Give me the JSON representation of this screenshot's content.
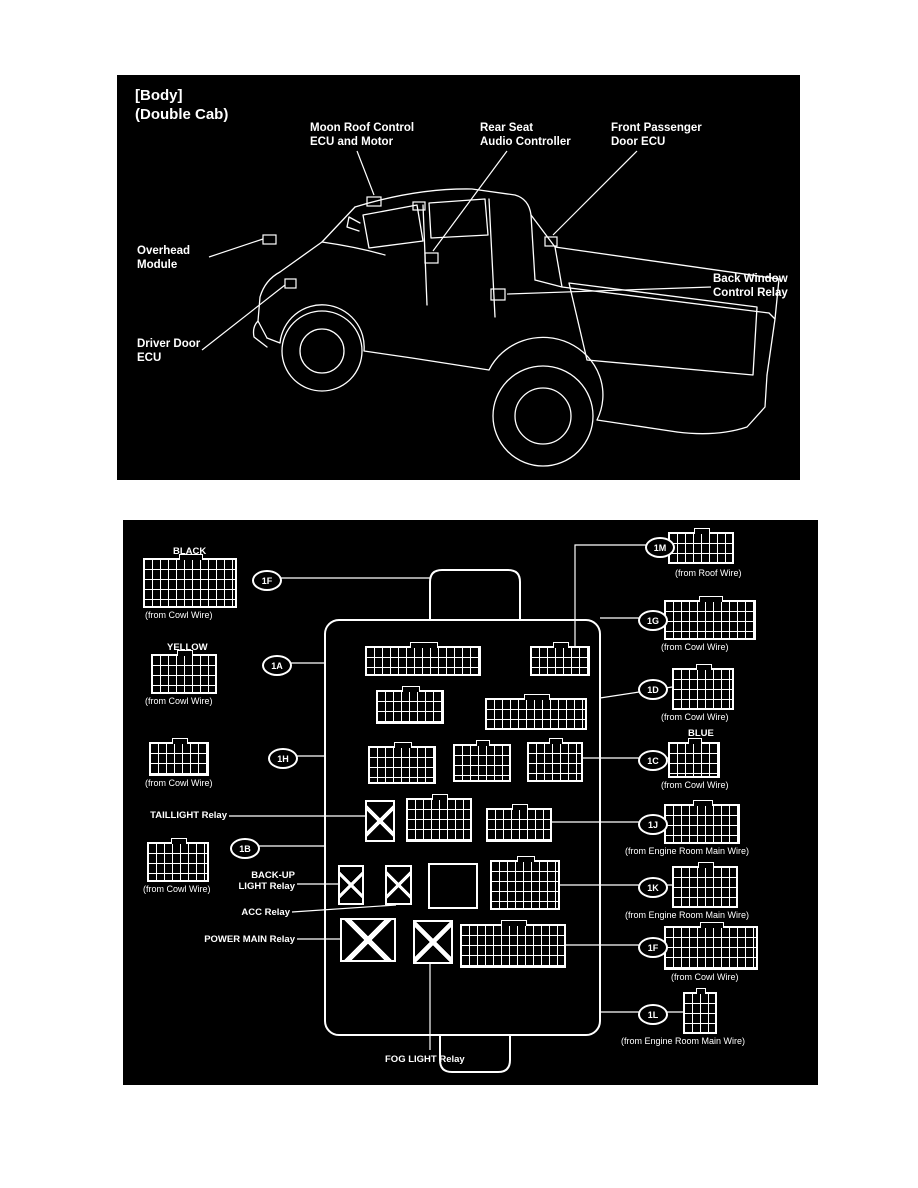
{
  "top_panel": {
    "title": "[Body]\n(Double Cab)",
    "labels": {
      "moon_roof": "Moon Roof Control\nECU and Motor",
      "rear_seat": "Rear Seat\nAudio Controller",
      "front_passenger": "Front Passenger\nDoor ECU",
      "overhead": "Overhead\nModule",
      "back_window": "Back Window\nControl Relay",
      "driver_door": "Driver Door\nECU"
    }
  },
  "bottom_panel": {
    "left_connectors": [
      {
        "id": "1F",
        "color": "BLACK",
        "caption": "(from Cowl Wire)"
      },
      {
        "id": "1A",
        "color": "YELLOW",
        "caption": "(from Cowl Wire)"
      },
      {
        "id": "1H",
        "color": "",
        "caption": "(from Cowl Wire)"
      },
      {
        "id": "1B",
        "color": "",
        "caption": "(from Cowl Wire)"
      }
    ],
    "right_connectors": [
      {
        "id": "1M",
        "color": "",
        "caption": "(from Roof Wire)"
      },
      {
        "id": "1G",
        "color": "",
        "caption": "(from Cowl Wire)"
      },
      {
        "id": "1D",
        "color": "",
        "caption": "(from Cowl Wire)"
      },
      {
        "id": "1C",
        "color": "BLUE",
        "caption": "(from Cowl Wire)"
      },
      {
        "id": "1J",
        "color": "",
        "caption": "(from Engine Room Main Wire)"
      },
      {
        "id": "1K",
        "color": "",
        "caption": "(from Engine Room Main Wire)"
      },
      {
        "id": "1F",
        "color": "",
        "caption": "(from Cowl Wire)"
      },
      {
        "id": "1L",
        "color": "",
        "caption": "(from Engine Room Main Wire)"
      }
    ],
    "relay_labels": {
      "taillight": "TAILLIGHT Relay",
      "backup": "BACK-UP\nLIGHT Relay",
      "acc": "ACC Relay",
      "power_main": "POWER MAIN Relay",
      "fog": "FOG LIGHT Relay"
    }
  },
  "colors": {
    "panel_bg": "#000000",
    "line": "#ffffff",
    "page_bg": "#ffffff"
  }
}
